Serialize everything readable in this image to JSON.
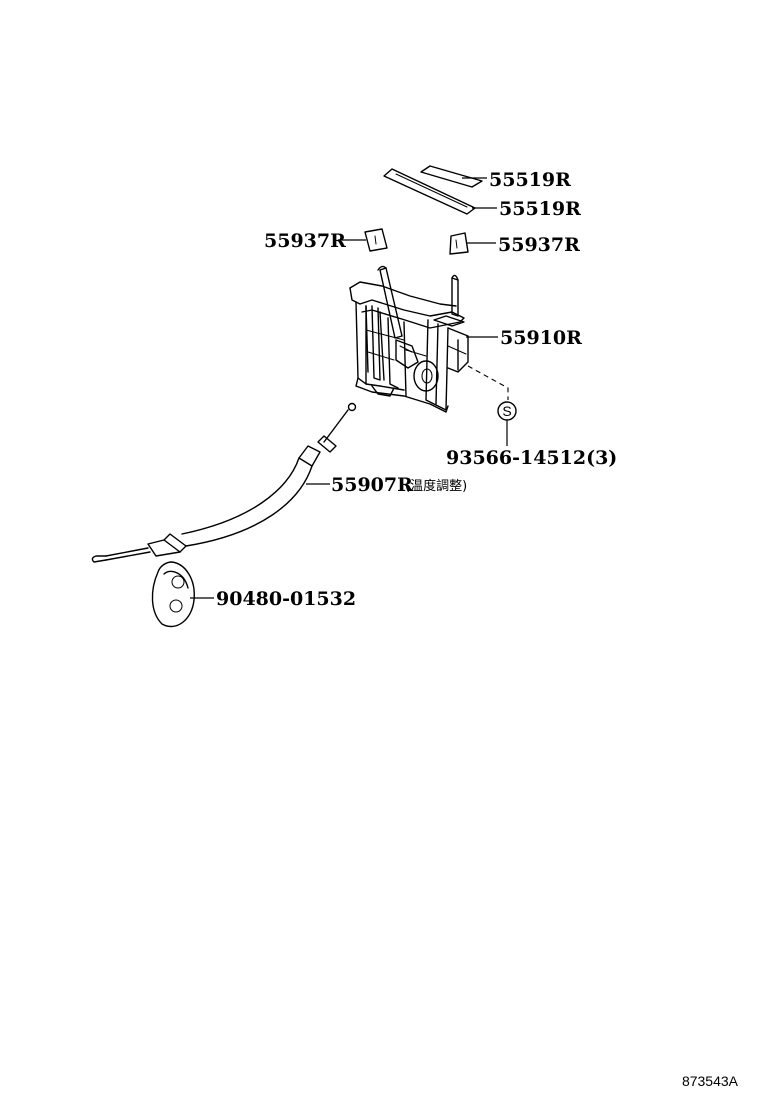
{
  "diagram": {
    "drawing_code": "873543A",
    "parts": [
      {
        "id": "strip-upper",
        "part_no": "55519R",
        "icon": "foam-strip-icon"
      },
      {
        "id": "strip-lower",
        "part_no": "55519R",
        "icon": "foam-strip-icon"
      },
      {
        "id": "clip-left",
        "part_no": "55937R",
        "icon": "clip-icon"
      },
      {
        "id": "clip-right",
        "part_no": "55937R",
        "icon": "clip-icon"
      },
      {
        "id": "control-base",
        "part_no": "55910R",
        "icon": "control-base-icon"
      },
      {
        "id": "screw",
        "part_no": "93566-14512",
        "qty": "(3)",
        "symbol": "S",
        "icon": "screw-symbol-icon"
      },
      {
        "id": "cable",
        "part_no": "55907R",
        "note": "(温度調整)",
        "icon": "control-cable-icon"
      },
      {
        "id": "knob",
        "part_no": "90480-01532",
        "icon": "knob-icon"
      }
    ]
  }
}
